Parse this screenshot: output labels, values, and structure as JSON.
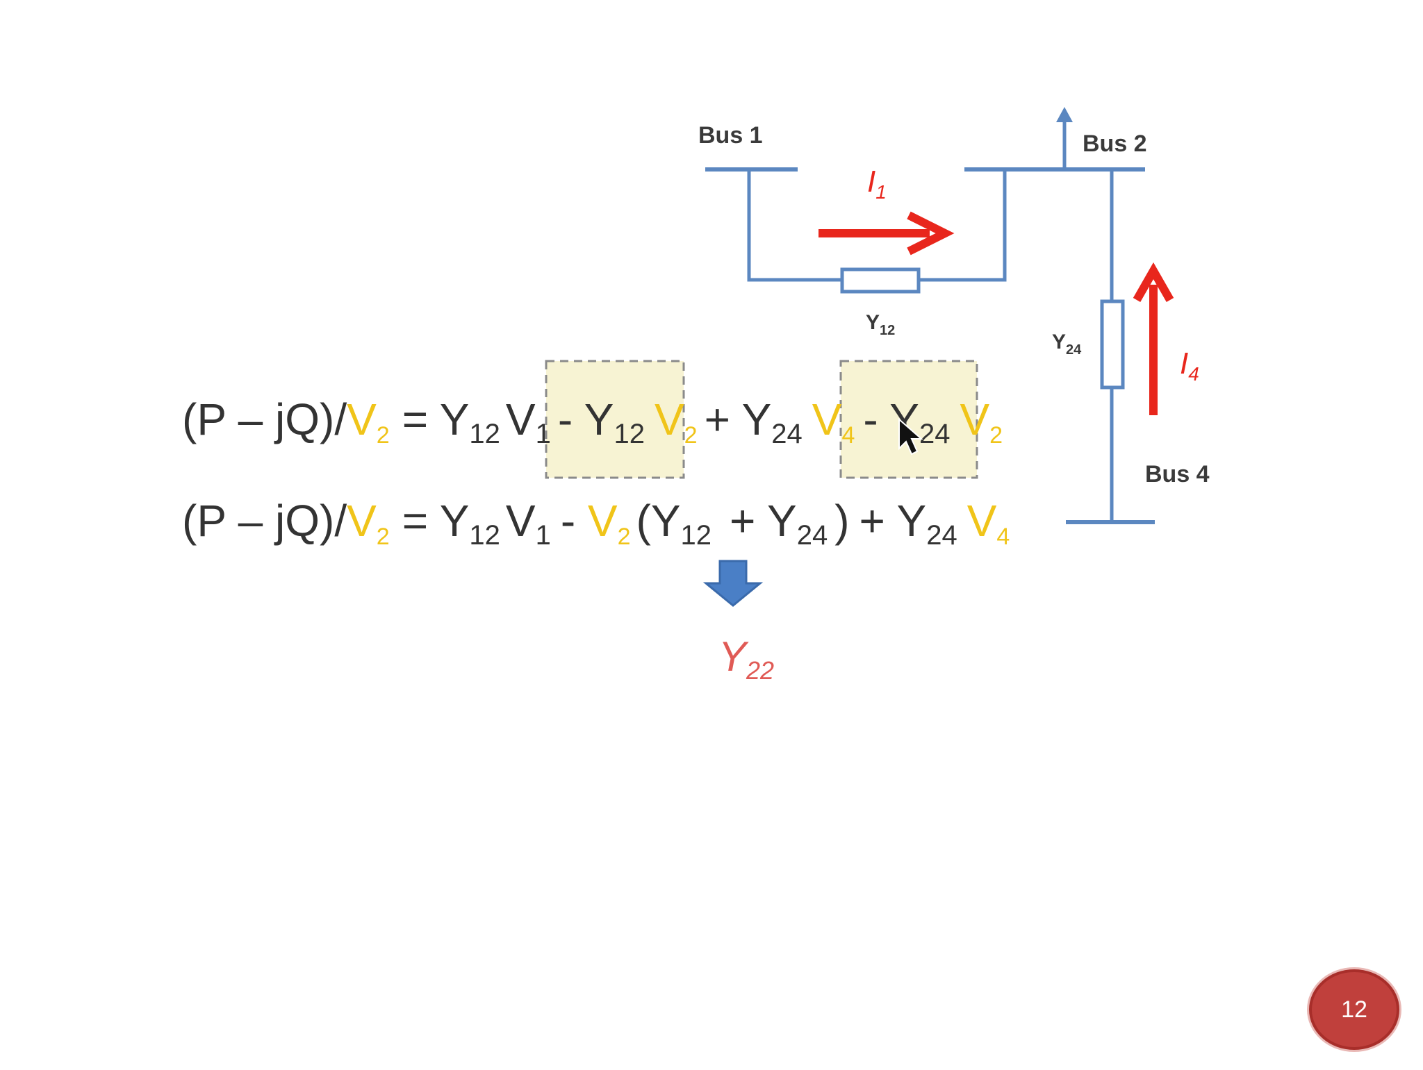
{
  "diagram": {
    "buses": {
      "bus1": "Bus 1",
      "bus2": "Bus 2",
      "bus4": "Bus 4"
    },
    "components": {
      "y12": {
        "main": "Y",
        "sub": "12"
      },
      "y24": {
        "main": "Y",
        "sub": "24"
      }
    },
    "currents": {
      "i1": {
        "main": "I",
        "sub": "1"
      },
      "i4": {
        "main": "I",
        "sub": "4"
      }
    },
    "colors": {
      "bus_line": "#5b87c0",
      "current_arrow": "#e8261c",
      "highlight_fill": "#f7f3d3",
      "voltage_text": "#f0c419",
      "down_arrow": "#4a7fc6"
    }
  },
  "equations": {
    "line1": {
      "lhs": "(P – jQ)/",
      "lhs_v": "V",
      "lhs_v_sub": "2",
      "eq": "= ",
      "t1": "Y",
      "t1_sub": "12",
      "t1_v": "V",
      "t1_v_sub": "1",
      "op2": "- ",
      "t2": "Y",
      "t2_sub": "12",
      "t2_v": "V",
      "t2_v_sub": "2",
      "op3": "+ ",
      "t3": "Y",
      "t3_sub": "24",
      "t3_v": "V",
      "t3_v_sub": "4",
      "op4": "- ",
      "t4": "Y",
      "t4_sub": "24",
      "t4_v": "V",
      "t4_v_sub": "2"
    },
    "line2": {
      "lhs": "(P – jQ)/",
      "lhs_v": "V",
      "lhs_v_sub": "2",
      "eq": "= ",
      "t1": "Y",
      "t1_sub": "12",
      "t1_v": "V",
      "t1_v_sub": "1",
      "op2": "- ",
      "t2_v": "V",
      "t2_v_sub": "2",
      "paren_open": "(Y",
      "paren_sub": "12",
      "plus": "+ Y",
      "plus_sub": "24",
      "paren_close": ")",
      "op3": "+ ",
      "t3": "Y",
      "t3_sub": "24",
      "t3_v": "V",
      "t3_v_sub": "4"
    },
    "result": {
      "main": "Y",
      "sub": "22"
    }
  },
  "page_number": "12"
}
